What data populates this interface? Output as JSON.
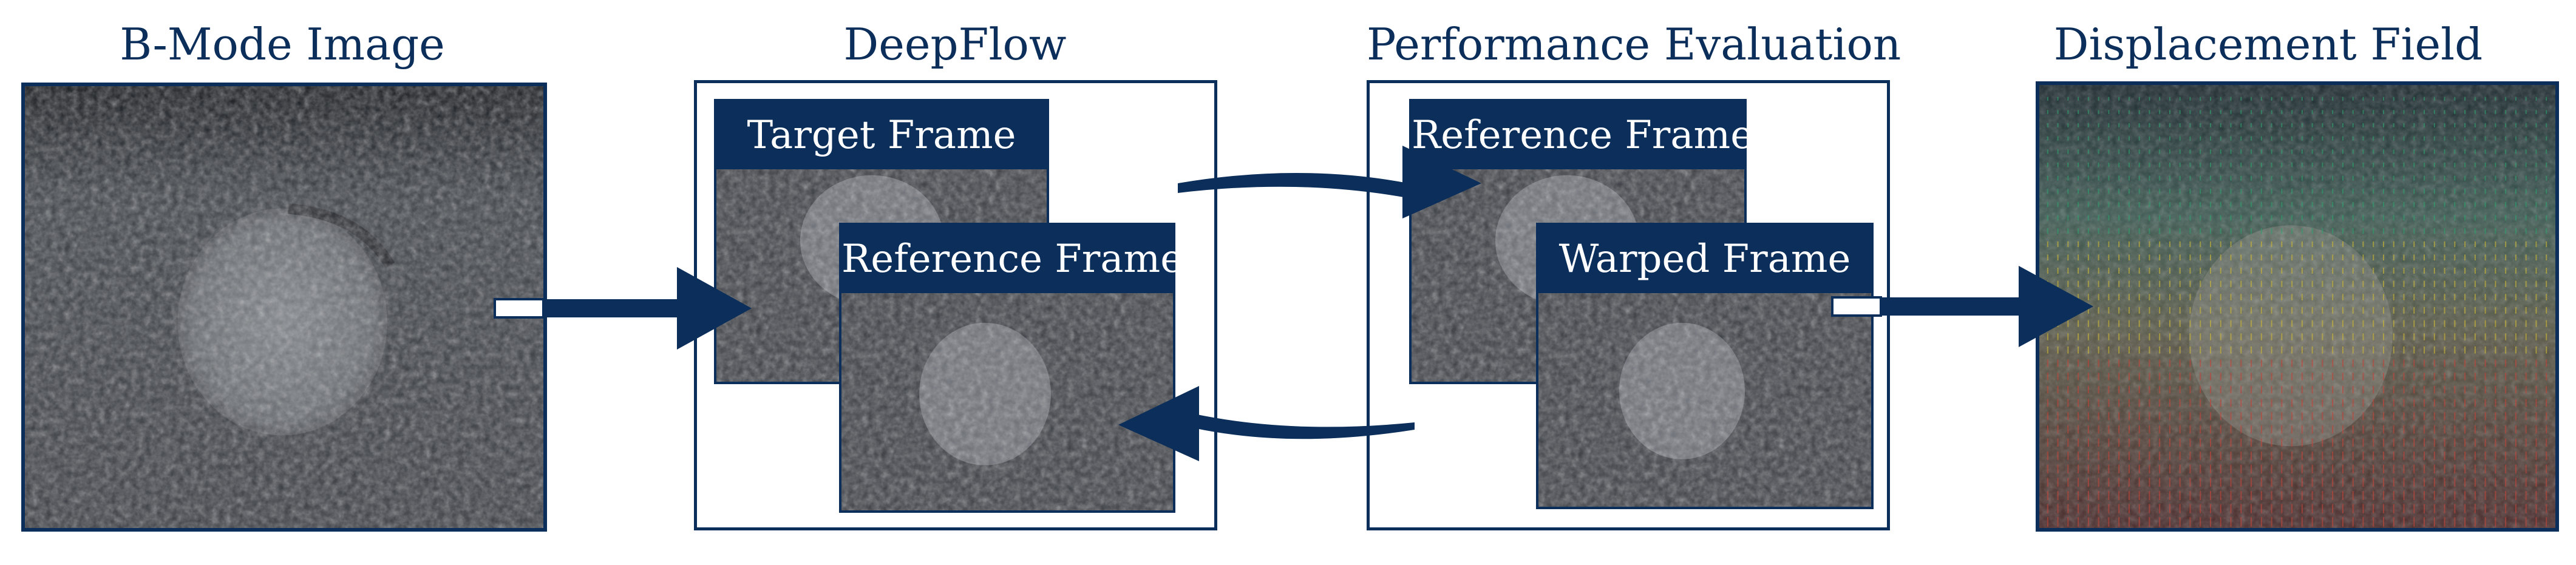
{
  "titles": {
    "bmode": "B-Mode Image",
    "deepflow": "DeepFlow",
    "evaluation": "Performance Evaluation",
    "displacement": "Displacement Field"
  },
  "deepflow": {
    "back_card": "Target Frame",
    "front_card": "Reference Frame"
  },
  "evaluation": {
    "back_card": "Reference Frame",
    "front_card": "Warped Frame"
  },
  "colors": {
    "navy": "#0b2e5a",
    "ultrasound_base": "#3c3f45",
    "vector_field_top": "#2fa06e",
    "vector_field_mid": "#c9b537",
    "vector_field_bottom": "#c0453a"
  },
  "icons": [
    "right-arrow-icon",
    "curved-arrow-right-icon",
    "curved-arrow-left-icon"
  ]
}
